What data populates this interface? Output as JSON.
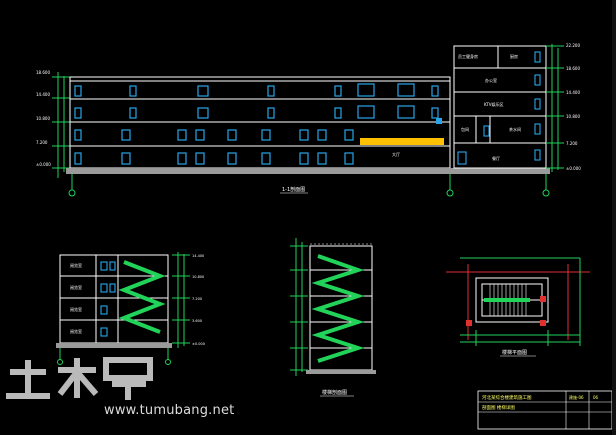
{
  "colors": {
    "background": "#000000",
    "wall": "#ffffff",
    "window": "#27a5e8",
    "stair": "#22d35a",
    "dimension": "#1fd25a",
    "highlight": "#ffc000",
    "accent_red": "#e03030",
    "text_label": "#ffffff",
    "text_yellow": "#ffff66",
    "ground": "#a0a0a0"
  },
  "drawings": {
    "main_section": {
      "caption": "1-1剖面图",
      "room_labels": [
        "大厅"
      ],
      "wing_room_labels": [
        "员工健身房",
        "厨房",
        "办公室",
        "KTV娱乐区",
        "包间",
        "茶水间",
        "餐厅"
      ]
    },
    "left_section": {
      "caption": "",
      "room_labels": [
        "阅览室",
        "阅览室",
        "阅览室",
        "阅览室"
      ]
    },
    "stair_section": {
      "caption": "楼梯剖面图"
    },
    "stair_plan": {
      "caption": "楼梯平面图"
    }
  },
  "title_block": {
    "project": "河北某综合楼建筑施工图",
    "drawing": "剖面图 楼梯详图",
    "sheet": "建施-06",
    "code": "06"
  },
  "watermark": {
    "logo": "土木帮",
    "url": "www.tumubang.net"
  }
}
